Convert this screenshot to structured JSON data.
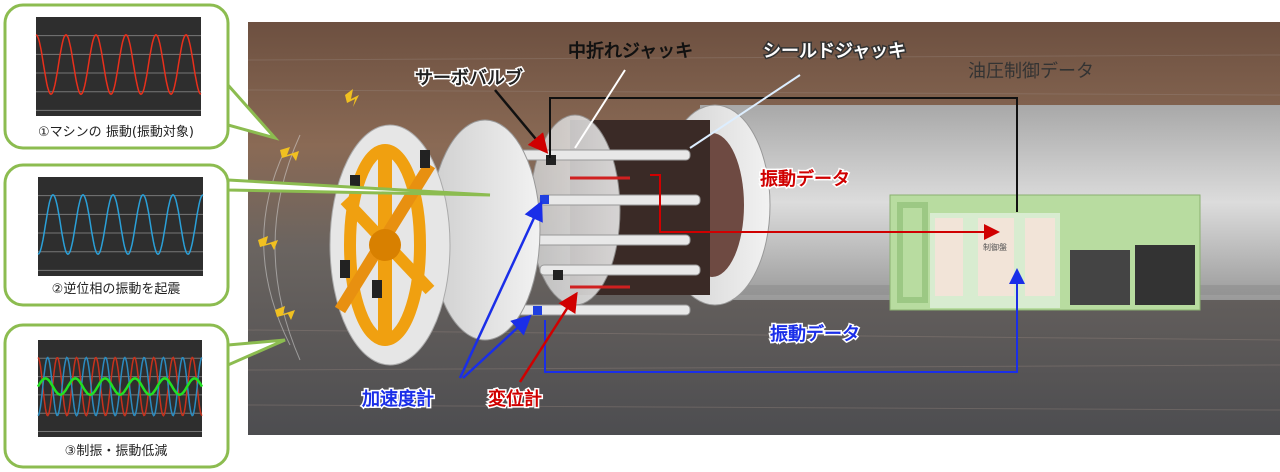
{
  "callouts": [
    {
      "label": "①マシンの 振動(振動対象)",
      "series": [
        {
          "color": "#e8301c",
          "cycles": 5.5,
          "amplitude": 1.0,
          "phase": 90
        }
      ]
    },
    {
      "label": "②逆位相の振動を起震",
      "series": [
        {
          "color": "#2aa0d8",
          "cycles": 5.5,
          "amplitude": 1.0,
          "phase": 270
        }
      ]
    },
    {
      "label": "③制振・振動低減",
      "series": [
        {
          "color": "#c8321c",
          "cycles": 8.5,
          "amplitude": 1.0,
          "phase": 90
        },
        {
          "color": "#2a8cc0",
          "cycles": 8.5,
          "amplitude": 1.0,
          "phase": 270
        },
        {
          "color": "#22e022",
          "cycles": 5.5,
          "amplitude": 0.28,
          "phase": 0
        }
      ]
    }
  ],
  "labels": {
    "servo_valve": "サーボバルブ",
    "articulation_jack": "中折れジャッキ",
    "shield_jack": "シールドジャッキ",
    "hydraulic_data": "油圧制御データ",
    "vibration_data_red": "振動データ",
    "vibration_data_blue": "振動データ",
    "accelerometer": "加速度計",
    "displacement_meter": "変位計",
    "control_panel": "制御盤"
  },
  "colors": {
    "callout_border": "#8cbc50",
    "red": "#d00000",
    "blue": "#1a2ee8",
    "panel": "#b8dca0"
  }
}
